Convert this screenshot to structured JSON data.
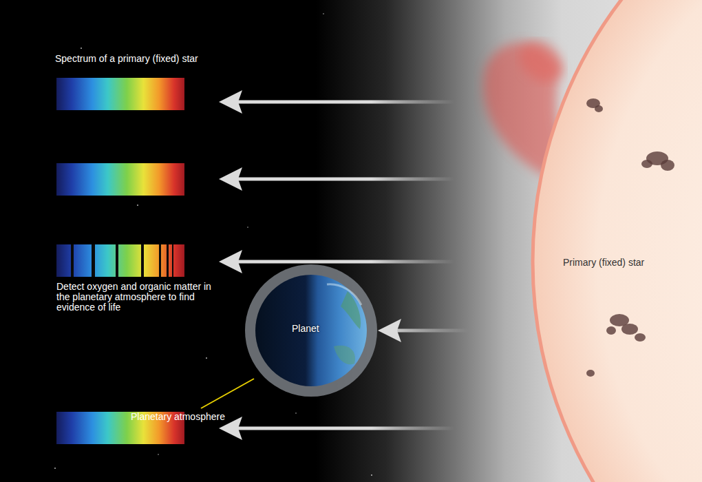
{
  "diagram": {
    "nodes": [
      {
        "text": [
          "Planet"
        ]
      },
      {
        "text": [
          "Primary (fixed) star"
        ]
      }
    ],
    "edges": [
      {
        "from": 1,
        "to": 0,
        "arrow": "to"
      }
    ],
    "labels": [
      "Spectrum of a primary (fixed) star",
      "Detect oxygen and organic matter in the planetary atmosphere to find evidence of life",
      "Planetary atmosphere"
    ]
  }
}
